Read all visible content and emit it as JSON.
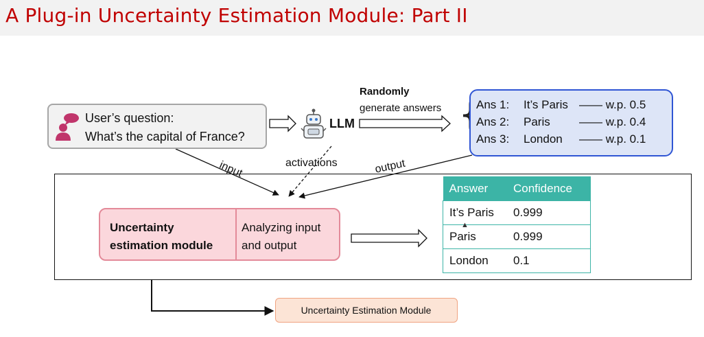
{
  "slide": {
    "title": "A Plug-in Uncertainty Estimation Module: Part II"
  },
  "question": {
    "label": "User’s question:",
    "text": "What’s the capital of France?",
    "icon": "user-question-icon"
  },
  "llm": {
    "label": "LLM",
    "icon": "robot-icon"
  },
  "generation": {
    "line1": "Randomly",
    "line2": "generate answers"
  },
  "answers": [
    {
      "label": "Ans 1:",
      "text": "It’s Paris",
      "prob": "—— w.p. 0.5"
    },
    {
      "label": "Ans 2:",
      "text": "Paris",
      "prob": "—— w.p. 0.4"
    },
    {
      "label": "Ans 3:",
      "text": "London",
      "prob": "—— w.p. 0.1"
    }
  ],
  "flow_labels": {
    "input": "input",
    "activations": "activations",
    "output": "output"
  },
  "module": {
    "name_line1": "Uncertainty",
    "name_line2": "estimation module",
    "desc_line1": "Analyzing input",
    "desc_line2": "and output"
  },
  "confidence_table": {
    "headers": [
      "Answer",
      "Confidence"
    ],
    "rows": [
      [
        "It’s Paris",
        "0.999"
      ],
      [
        "Paris",
        "0.999"
      ],
      [
        "London",
        "0.1"
      ]
    ]
  },
  "bottom_label": "Uncertainty Estimation Module",
  "colors": {
    "title": "#c00000",
    "answers_border": "#2f55d4",
    "answers_fill": "#dde5f7",
    "module_fill": "#fbd7dc",
    "module_border": "#e38a99",
    "table_header": "#3cb4a6",
    "bottom_fill": "#fce4d6",
    "bottom_border": "#f0a381",
    "user_icon": "#c0356b"
  }
}
